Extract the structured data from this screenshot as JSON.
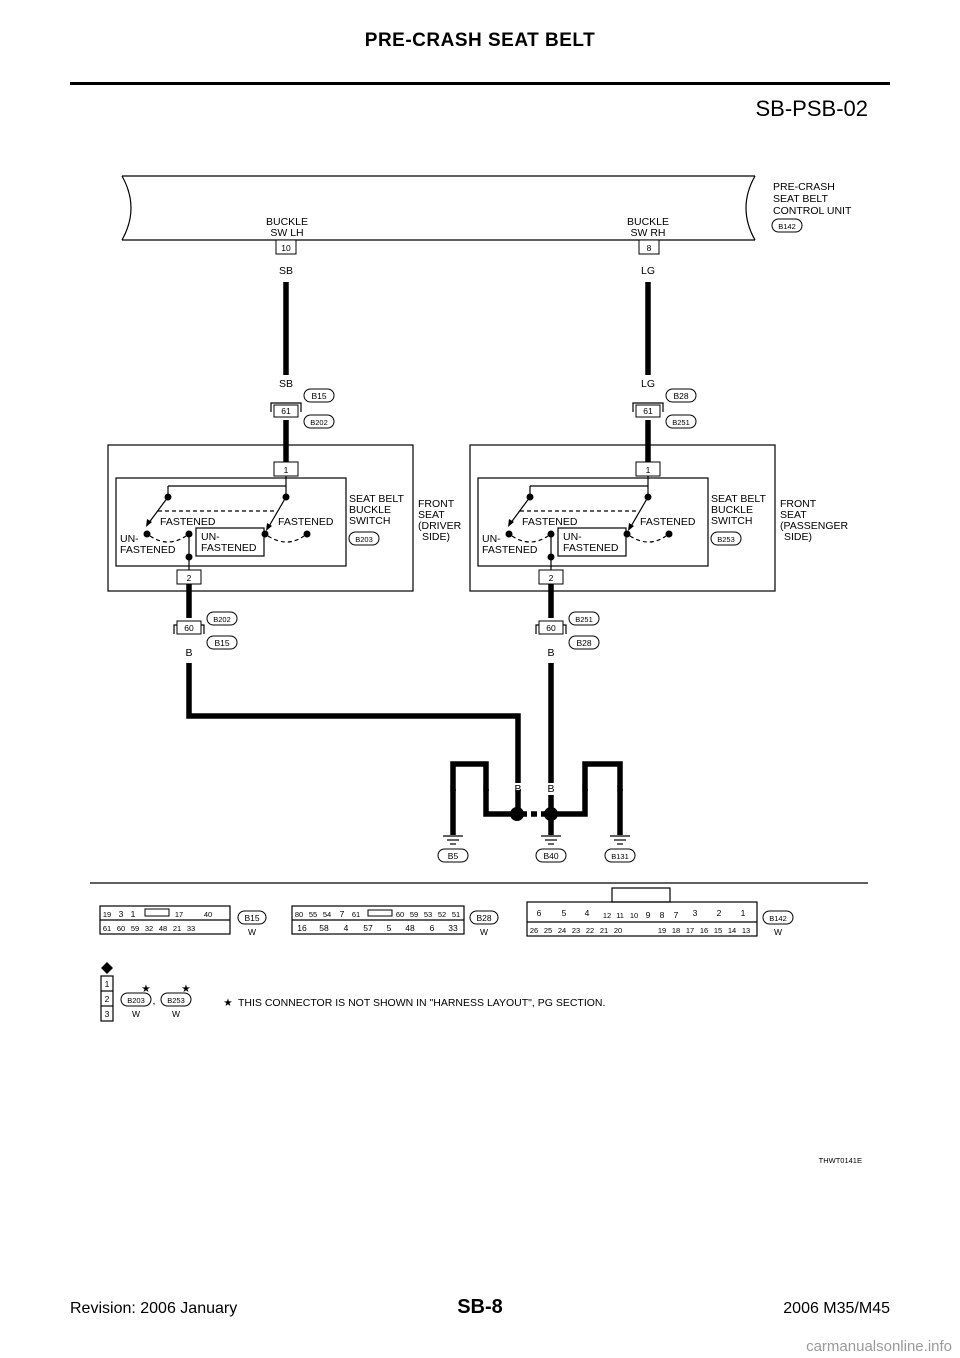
{
  "header": {
    "title": "PRE-CRASH SEAT BELT",
    "code": "SB-PSB-02"
  },
  "footer": {
    "revision": "Revision: 2006 January",
    "page": "SB-8",
    "model": "2006 M35/M45",
    "watermark": "carmanualsonline.info"
  },
  "control_unit": {
    "line1": "PRE-CRASH",
    "line2": "SEAT BELT",
    "line3": "CONTROL UNIT",
    "connector": "B142"
  },
  "buckle_lh": {
    "line1": "BUCKLE",
    "line2": "SW LH",
    "pin": "10",
    "color": "SB"
  },
  "buckle_rh": {
    "line1": "BUCKLE",
    "line2": "SW RH",
    "pin": "8",
    "color": "LG"
  },
  "joint_left": {
    "color": "SB",
    "conn_top": "B15",
    "pin": "61",
    "conn_bottom": "B202"
  },
  "joint_right": {
    "color": "LG",
    "conn_top": "B28",
    "pin": "61",
    "conn_bottom": "B251"
  },
  "switch_left": {
    "pin_top": "1",
    "pin_bottom": "2",
    "fastened_a": "FASTENED",
    "fastened_b": "FASTENED",
    "unfastened_a1": "UN-",
    "unfastened_a2": "FASTENED",
    "unfastened_b1": "UN-",
    "unfastened_b2": "FASTENED",
    "title1": "SEAT BELT",
    "title2": "BUCKLE",
    "title3": "SWITCH",
    "connector": "B203",
    "seat1": "FRONT",
    "seat2": "SEAT",
    "seat3": "(DRIVER",
    "seat4": "SIDE)"
  },
  "switch_right": {
    "pin_top": "1",
    "pin_bottom": "2",
    "fastened_a": "FASTENED",
    "fastened_b": "FASTENED",
    "unfastened_a1": "UN-",
    "unfastened_a2": "FASTENED",
    "unfastened_b1": "UN-",
    "unfastened_b2": "FASTENED",
    "title1": "SEAT BELT",
    "title2": "BUCKLE",
    "title3": "SWITCH",
    "connector": "B253",
    "seat1": "FRONT",
    "seat2": "SEAT",
    "seat3": "(PASSENGER",
    "seat4": "SIDE)"
  },
  "ground_joint_left": {
    "conn_top": "B202",
    "pin": "60",
    "conn_bottom": "B15",
    "color": "B"
  },
  "ground_joint_right": {
    "conn_top": "B251",
    "pin": "60",
    "conn_bottom": "B28",
    "color": "B"
  },
  "ground_wires": [
    "B",
    "B",
    "B",
    "B",
    "B",
    "B"
  ],
  "grounds": [
    "B5",
    "B40",
    "B131"
  ],
  "connectors": {
    "b15": {
      "name": "B15",
      "color": "W",
      "top": [
        "19",
        "3",
        "1",
        "17",
        "40"
      ],
      "bottom": [
        "61",
        "60",
        "59",
        "32",
        "48",
        "21",
        "33"
      ]
    },
    "b28": {
      "name": "B28",
      "color": "W",
      "top": [
        "80",
        "55",
        "54",
        "7",
        "61",
        "60",
        "59",
        "53",
        "52",
        "51"
      ],
      "bottom": [
        "16",
        "58",
        "4",
        "57",
        "5",
        "48",
        "6",
        "33"
      ]
    },
    "b142": {
      "name": "B142",
      "color": "W",
      "top": [
        "6",
        "5",
        "4",
        "12",
        "11",
        "10",
        "9",
        "8",
        "7",
        "3",
        "2",
        "1"
      ],
      "bottom": [
        "26",
        "25",
        "24",
        "23",
        "22",
        "21",
        "20",
        "19",
        "18",
        "17",
        "16",
        "15",
        "14",
        "13"
      ]
    },
    "b203": {
      "name": "B203",
      "color": "W",
      "pins": [
        "1",
        "2",
        "3"
      ]
    },
    "b253": {
      "name": "B253",
      "color": "W"
    },
    "note": "THIS CONNECTOR IS NOT SHOWN IN \"HARNESS LAYOUT\", PG SECTION.",
    "star": "★",
    "comma": ","
  },
  "figure_code": "THWT0141E"
}
